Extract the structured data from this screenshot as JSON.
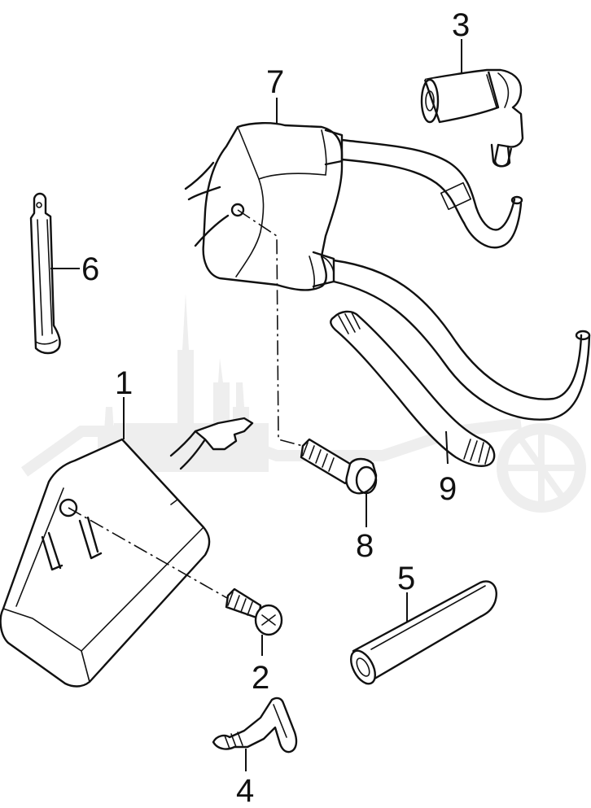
{
  "diagram": {
    "colors": {
      "line": "#111111",
      "watermark": "#efefef",
      "background": "#ffffff"
    },
    "watermark": {
      "text": "",
      "icons": [
        "cathedral-skyline",
        "motorcycle-wheel"
      ]
    },
    "callouts": {
      "p1": "1",
      "p2": "2",
      "p3": "3",
      "p4": "4",
      "p5": "5",
      "p6": "6",
      "p7": "7",
      "p8": "8",
      "p9": "9"
    },
    "parts": [
      {
        "number": "1",
        "icon": "control-unit-box-icon"
      },
      {
        "number": "2",
        "icon": "screw-icon"
      },
      {
        "number": "3",
        "icon": "spark-plug-cap-icon"
      },
      {
        "number": "4",
        "icon": "wire-terminal-icon"
      },
      {
        "number": "5",
        "icon": "hose-sleeve-icon"
      },
      {
        "number": "6",
        "icon": "cable-band-icon"
      },
      {
        "number": "7",
        "icon": "ignition-coil-icon"
      },
      {
        "number": "8",
        "icon": "bolt-icon"
      },
      {
        "number": "9",
        "icon": "hose-icon"
      }
    ]
  }
}
